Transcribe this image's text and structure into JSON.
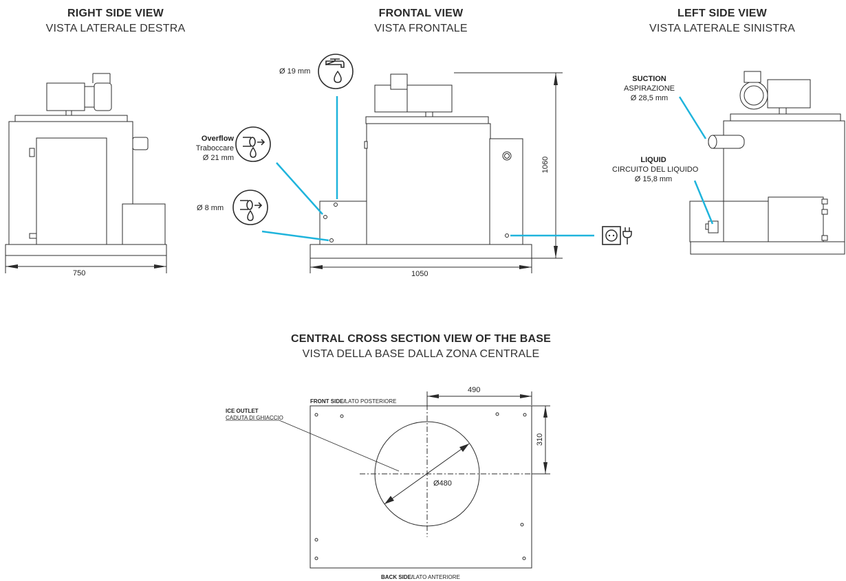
{
  "views": {
    "right": {
      "title": "RIGHT SIDE VIEW",
      "subtitle": "VISTA LATERALE DESTRA",
      "width_dim": "750"
    },
    "front": {
      "title": "FRONTAL VIEW",
      "subtitle": "VISTA FRONTALE",
      "width_dim": "1050",
      "height_dim": "1060"
    },
    "left": {
      "title": "LEFT SIDE VIEW",
      "subtitle": "VISTA LATERALE SINISTRA"
    },
    "base": {
      "title": "CENTRAL CROSS SECTION VIEW OF THE BASE",
      "subtitle": "VISTA DELLA BASE DALLA ZONA CENTRALE"
    }
  },
  "callouts": {
    "water_inlet": {
      "label": "Ø 19 mm",
      "icon": "water-tap-icon"
    },
    "overflow": {
      "title": "Overflow",
      "subtitle": "Traboccare",
      "size": "Ø 21 mm",
      "icon": "overflow-pipe-icon"
    },
    "drain": {
      "label": "Ø 8 mm",
      "icon": "drain-pipe-icon"
    },
    "power": {
      "icon": "power-socket-icon"
    },
    "suction": {
      "title": "SUCTION",
      "subtitle": "ASPIRAZIONE",
      "size": "Ø 28,5 mm"
    },
    "liquid": {
      "title": "LIQUID",
      "subtitle": "CIRCUITO DEL LIQUIDO",
      "size": "Ø 15,8 mm"
    }
  },
  "base": {
    "front_side_bold": "FRONT SIDE/",
    "front_side": "LATO POSTERIORE",
    "back_side_bold": "BACK SIDE/",
    "back_side": "LATO ANTERIORE",
    "ice_outlet_title": "ICE OUTLET",
    "ice_outlet_sub": "CADUTA DI GHIACCIO",
    "dim_horizontal": "490",
    "dim_vertical": "310",
    "diameter": "Ø480"
  },
  "colors": {
    "accent": "#1fb4dc",
    "line": "#2b2b2b"
  }
}
